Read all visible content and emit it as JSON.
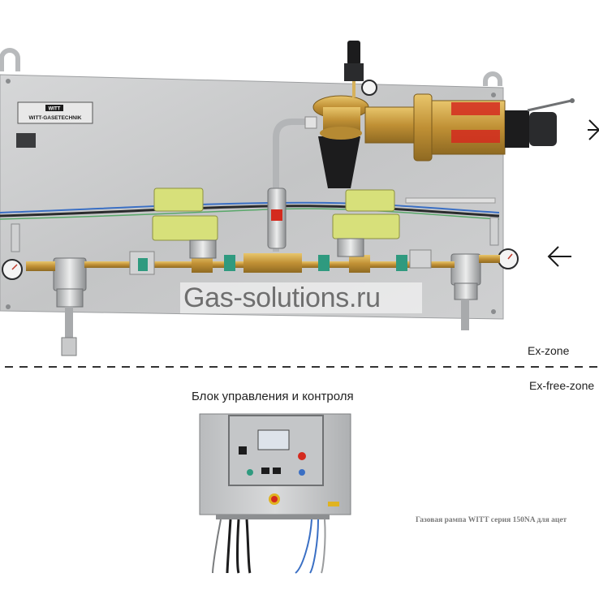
{
  "watermark": "Gas-solutions.ru",
  "panel": {
    "brand_badge": "WITT",
    "brand_name": "WITT-GASETECHNIK"
  },
  "zones": {
    "hazardous": "Ex-zone",
    "safe": "Ex-free-zone"
  },
  "control_unit": {
    "title": "Блок управления и контроля"
  },
  "caption": "Газовая рампа WITT серия 150NA для ацет",
  "colors": {
    "panel": "#c9cacb",
    "brass": "#c9a24a",
    "valve_green": "#2f9a7f",
    "solenoid_yellow": "#d7e07a",
    "cable_blue": "#3a6fc4",
    "emergency_red": "#d42a1e"
  }
}
